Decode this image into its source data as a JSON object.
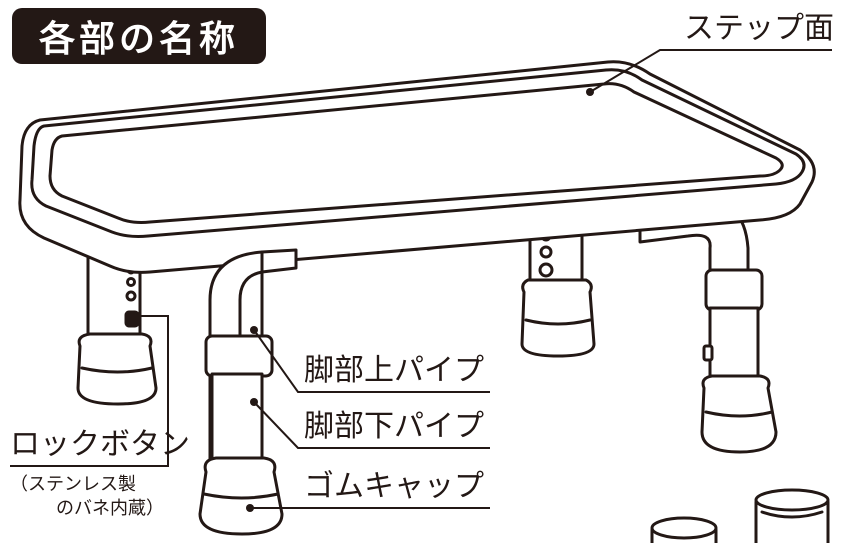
{
  "title": "各部の名称",
  "labels": {
    "step_surface": "ステップ面",
    "upper_leg_pipe": "脚部上パイプ",
    "lower_leg_pipe": "脚部下パイプ",
    "rubber_cap": "ゴムキャップ",
    "lock_button": "ロックボタン",
    "lock_button_note_line1": "（ステンレス製",
    "lock_button_note_line2": "のバネ内蔵）"
  },
  "colors": {
    "ink": "#231815",
    "background": "#ffffff",
    "badge_text": "#ffffff"
  }
}
